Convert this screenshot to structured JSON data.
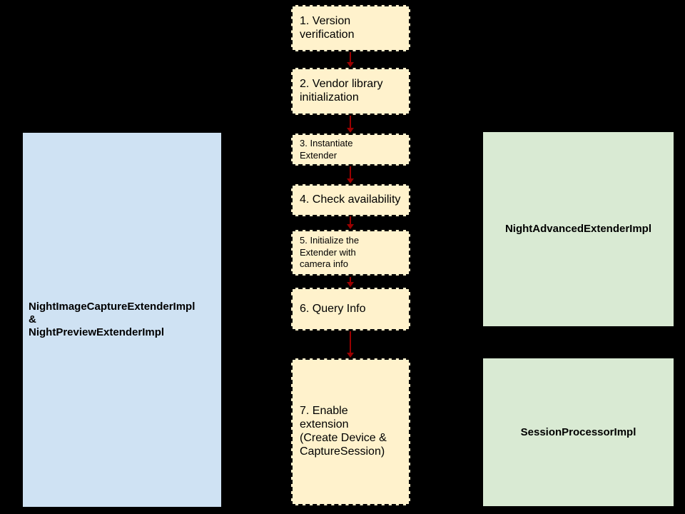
{
  "diagram": {
    "background_color": "#000000",
    "colors": {
      "step_fill": "#fff2cc",
      "step_border": "#000000",
      "arrow": "#990000",
      "left_entity_fill": "#cfe2f3",
      "right_entity_fill": "#d9ead3",
      "text": "#000000"
    },
    "flow": {
      "steps": [
        {
          "label": "1. Version\nverification"
        },
        {
          "label": "2. Vendor library\ninitialization"
        },
        {
          "label": "3. Instantiate\nExtender"
        },
        {
          "label": "4. Check availability"
        },
        {
          "label": "5. Initialize the\nExtender with\ncamera info"
        },
        {
          "label": "6. Query Info"
        },
        {
          "label": "7. Enable\nextension\n(Create Device &\nCaptureSession)"
        }
      ]
    },
    "entities": {
      "left": {
        "label": "NightImageCaptureExtenderImpl\n&\nNightPreviewExtenderImpl"
      },
      "right": [
        {
          "label": "NightAdvancedExtenderImpl"
        },
        {
          "label": "SessionProcessorImpl"
        }
      ]
    }
  }
}
